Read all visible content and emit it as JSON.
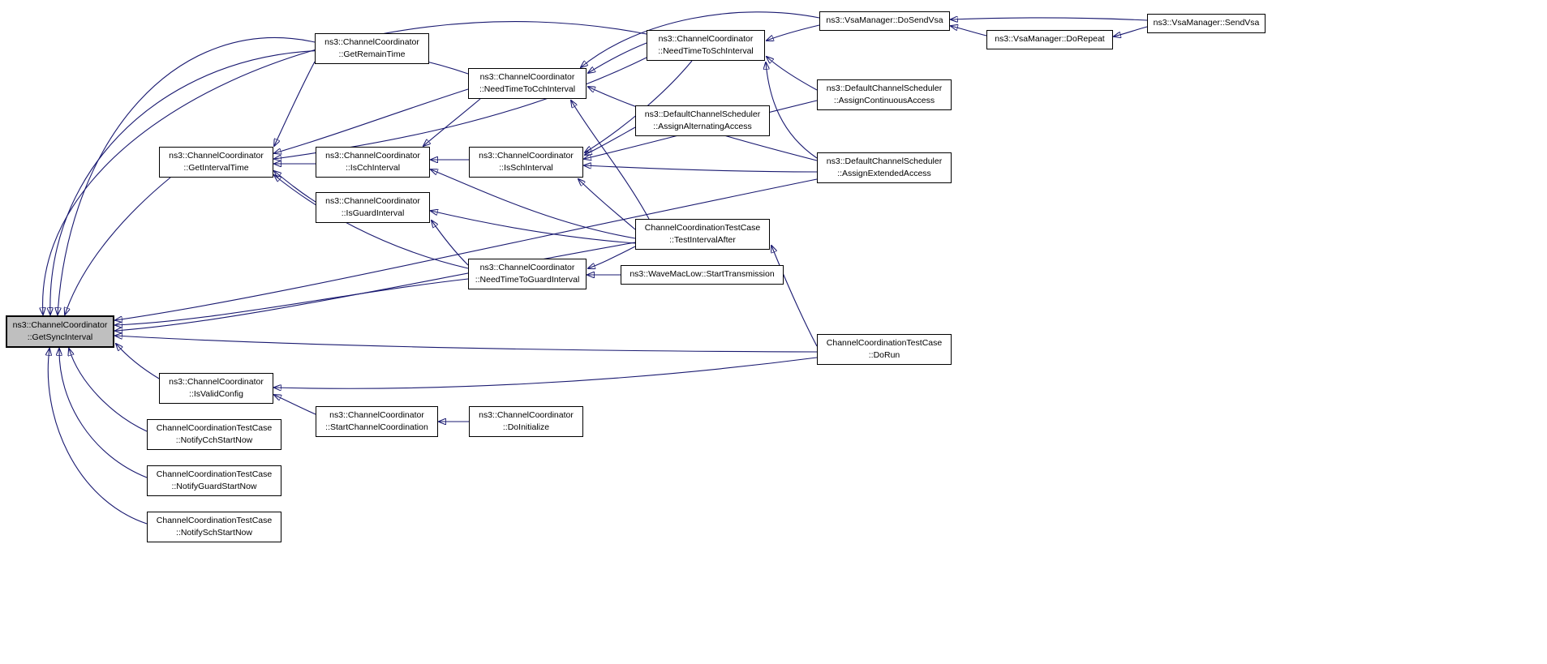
{
  "diagram": {
    "kind": "doxygen-caller-graph",
    "focus_function": "ns3::ChannelCoordinator::GetSyncInterval",
    "colors": {
      "edge": "#191970",
      "node_border": "#000000",
      "node_fill": "#ffffff",
      "focus_node_fill": "#bfbfbf",
      "background": "#ffffff"
    },
    "nodes": [
      {
        "id": "getSyncInterval",
        "highlighted": true,
        "lines": [
          "ns3::ChannelCoordinator",
          "::GetSyncInterval"
        ]
      },
      {
        "id": "getRemainTime",
        "highlighted": false,
        "lines": [
          "ns3::ChannelCoordinator",
          "::GetRemainTime"
        ]
      },
      {
        "id": "needTimeToCchInterval",
        "highlighted": false,
        "lines": [
          "ns3::ChannelCoordinator",
          "::NeedTimeToCchInterval"
        ]
      },
      {
        "id": "needTimeToSchInterval",
        "highlighted": false,
        "lines": [
          "ns3::ChannelCoordinator",
          "::NeedTimeToSchInterval"
        ]
      },
      {
        "id": "doSendVsa",
        "highlighted": false,
        "lines": [
          "ns3::VsaManager::DoSendVsa"
        ]
      },
      {
        "id": "sendVsa",
        "highlighted": false,
        "lines": [
          "ns3::VsaManager::SendVsa"
        ]
      },
      {
        "id": "doRepeat",
        "highlighted": false,
        "lines": [
          "ns3::VsaManager::DoRepeat"
        ]
      },
      {
        "id": "getIntervalTime",
        "highlighted": false,
        "lines": [
          "ns3::ChannelCoordinator",
          "::GetIntervalTime"
        ]
      },
      {
        "id": "isCchInterval",
        "highlighted": false,
        "lines": [
          "ns3::ChannelCoordinator",
          "::IsCchInterval"
        ]
      },
      {
        "id": "isSchInterval",
        "highlighted": false,
        "lines": [
          "ns3::ChannelCoordinator",
          "::IsSchInterval"
        ]
      },
      {
        "id": "assignAlternatingAccess",
        "highlighted": false,
        "lines": [
          "ns3::DefaultChannelScheduler",
          "::AssignAlternatingAccess"
        ]
      },
      {
        "id": "assignContinuousAccess",
        "highlighted": false,
        "lines": [
          "ns3::DefaultChannelScheduler",
          "::AssignContinuousAccess"
        ]
      },
      {
        "id": "assignExtendedAccess",
        "highlighted": false,
        "lines": [
          "ns3::DefaultChannelScheduler",
          "::AssignExtendedAccess"
        ]
      },
      {
        "id": "isGuardInterval",
        "highlighted": false,
        "lines": [
          "ns3::ChannelCoordinator",
          "::IsGuardInterval"
        ]
      },
      {
        "id": "testIntervalAfter",
        "highlighted": false,
        "lines": [
          "ChannelCoordinationTestCase",
          "::TestIntervalAfter"
        ]
      },
      {
        "id": "needTimeToGuardInterval",
        "highlighted": false,
        "lines": [
          "ns3::ChannelCoordinator",
          "::NeedTimeToGuardInterval"
        ]
      },
      {
        "id": "startTransmission",
        "highlighted": false,
        "lines": [
          "ns3::WaveMacLow::StartTransmission"
        ]
      },
      {
        "id": "doRun",
        "highlighted": false,
        "lines": [
          "ChannelCoordinationTestCase",
          "::DoRun"
        ]
      },
      {
        "id": "isValidConfig",
        "highlighted": false,
        "lines": [
          "ns3::ChannelCoordinator",
          "::IsValidConfig"
        ]
      },
      {
        "id": "startChannelCoordination",
        "highlighted": false,
        "lines": [
          "ns3::ChannelCoordinator",
          "::StartChannelCoordination"
        ]
      },
      {
        "id": "doInitialize",
        "highlighted": false,
        "lines": [
          "ns3::ChannelCoordinator",
          "::DoInitialize"
        ]
      },
      {
        "id": "notifyCchStartNow",
        "highlighted": false,
        "lines": [
          "ChannelCoordinationTestCase",
          "::NotifyCchStartNow"
        ]
      },
      {
        "id": "notifyGuardStartNow",
        "highlighted": false,
        "lines": [
          "ChannelCoordinationTestCase",
          "::NotifyGuardStartNow"
        ]
      },
      {
        "id": "notifySchStartNow",
        "highlighted": false,
        "lines": [
          "ChannelCoordinationTestCase",
          "::NotifySchStartNow"
        ]
      }
    ],
    "edges": [
      {
        "from": "getRemainTime",
        "to": "getSyncInterval"
      },
      {
        "from": "needTimeToCchInterval",
        "to": "getSyncInterval"
      },
      {
        "from": "needTimeToSchInterval",
        "to": "getSyncInterval"
      },
      {
        "from": "getIntervalTime",
        "to": "getSyncInterval"
      },
      {
        "from": "needTimeToGuardInterval",
        "to": "getSyncInterval"
      },
      {
        "from": "testIntervalAfter",
        "to": "getSyncInterval"
      },
      {
        "from": "assignExtendedAccess",
        "to": "getSyncInterval"
      },
      {
        "from": "doRun",
        "to": "getSyncInterval"
      },
      {
        "from": "isValidConfig",
        "to": "getSyncInterval"
      },
      {
        "from": "notifyCchStartNow",
        "to": "getSyncInterval"
      },
      {
        "from": "notifyGuardStartNow",
        "to": "getSyncInterval"
      },
      {
        "from": "notifySchStartNow",
        "to": "getSyncInterval"
      },
      {
        "from": "getRemainTime",
        "to": "getIntervalTime"
      },
      {
        "from": "isCchInterval",
        "to": "getIntervalTime"
      },
      {
        "from": "isGuardInterval",
        "to": "getIntervalTime"
      },
      {
        "from": "needTimeToCchInterval",
        "to": "getIntervalTime"
      },
      {
        "from": "needTimeToSchInterval",
        "to": "getIntervalTime"
      },
      {
        "from": "needTimeToGuardInterval",
        "to": "getIntervalTime"
      },
      {
        "from": "isSchInterval",
        "to": "isCchInterval"
      },
      {
        "from": "needTimeToCchInterval",
        "to": "isCchInterval"
      },
      {
        "from": "testIntervalAfter",
        "to": "isCchInterval"
      },
      {
        "from": "assignAlternatingAccess",
        "to": "isSchInterval"
      },
      {
        "from": "assignContinuousAccess",
        "to": "isSchInterval"
      },
      {
        "from": "assignExtendedAccess",
        "to": "isSchInterval"
      },
      {
        "from": "testIntervalAfter",
        "to": "isSchInterval"
      },
      {
        "from": "needTimeToSchInterval",
        "to": "isSchInterval"
      },
      {
        "from": "testIntervalAfter",
        "to": "isGuardInterval"
      },
      {
        "from": "needTimeToGuardInterval",
        "to": "isGuardInterval"
      },
      {
        "from": "needTimeToSchInterval",
        "to": "needTimeToCchInterval"
      },
      {
        "from": "doSendVsa",
        "to": "needTimeToCchInterval"
      },
      {
        "from": "assignExtendedAccess",
        "to": "needTimeToCchInterval"
      },
      {
        "from": "testIntervalAfter",
        "to": "needTimeToCchInterval"
      },
      {
        "from": "doSendVsa",
        "to": "needTimeToSchInterval"
      },
      {
        "from": "assignContinuousAccess",
        "to": "needTimeToSchInterval"
      },
      {
        "from": "assignExtendedAccess",
        "to": "needTimeToSchInterval"
      },
      {
        "from": "startTransmission",
        "to": "needTimeToGuardInterval"
      },
      {
        "from": "testIntervalAfter",
        "to": "needTimeToGuardInterval"
      },
      {
        "from": "sendVsa",
        "to": "doSendVsa"
      },
      {
        "from": "doRepeat",
        "to": "doSendVsa"
      },
      {
        "from": "sendVsa",
        "to": "doRepeat"
      },
      {
        "from": "doRun",
        "to": "testIntervalAfter"
      },
      {
        "from": "doRun",
        "to": "isValidConfig"
      },
      {
        "from": "startChannelCoordination",
        "to": "isValidConfig"
      },
      {
        "from": "doInitialize",
        "to": "startChannelCoordination"
      }
    ]
  }
}
